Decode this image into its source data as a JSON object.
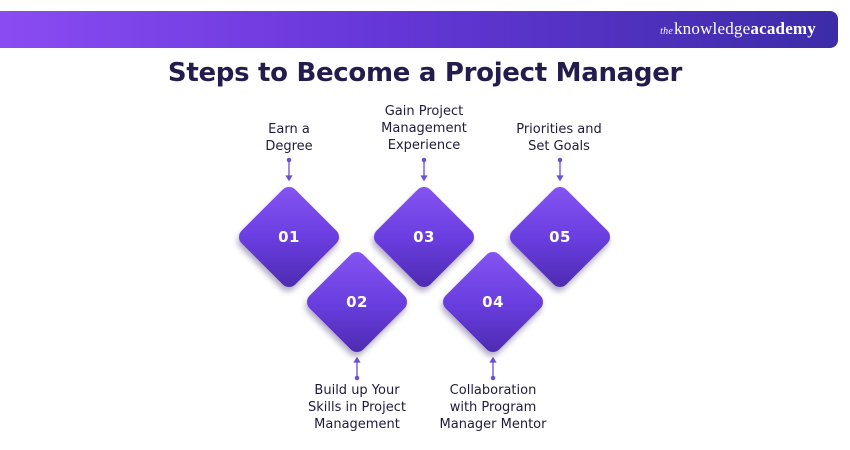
{
  "brand": {
    "prefix": "the",
    "middle": "knowledge",
    "suffix": "academy"
  },
  "title": "Steps to Become a Project Manager",
  "steps": [
    {
      "number": "01",
      "label": "Earn a\nDegree"
    },
    {
      "number": "02",
      "label": "Build up Your\nSkills in Project\nManagement"
    },
    {
      "number": "03",
      "label": "Gain Project\nManagement\nExperience"
    },
    {
      "number": "04",
      "label": "Collaboration\nwith Program\nManager Mentor"
    },
    {
      "number": "05",
      "label": "Priorities and\nSet Goals"
    }
  ],
  "colors": {
    "accent": "#6a3ee0",
    "title": "#231c4d",
    "connector": "#6a4fd6"
  }
}
